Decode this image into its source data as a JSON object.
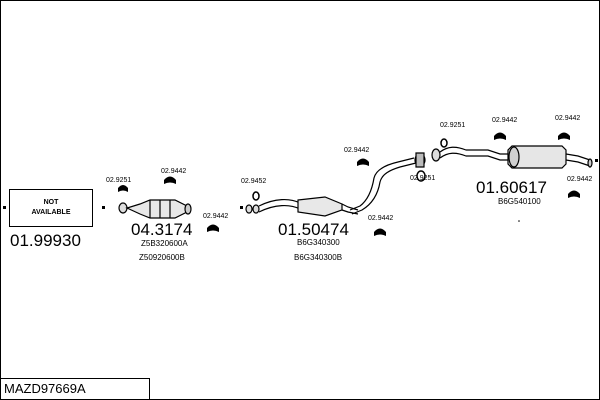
{
  "title": "MAZD97669A",
  "not_available": {
    "line1": "NOT",
    "line2": "AVAILABLE"
  },
  "groups": [
    {
      "part_number": "01.99930",
      "refs": []
    },
    {
      "part_number": "04.3174",
      "refs": [
        "Z5B320600A",
        "Z50920600B"
      ]
    },
    {
      "part_number": "01.50474",
      "refs": [
        "B6G340300",
        "B6G340300B"
      ]
    },
    {
      "part_number": "01.60617",
      "refs": [
        "B6G540100"
      ]
    }
  ],
  "fittings": {
    "f1": "02.9251",
    "f2": "02.9442",
    "f3": "02.9442",
    "f4": "02.9452",
    "f5": "02.9442",
    "f6": "02.9442",
    "f7": "02.9251",
    "f8": "02.9251",
    "f9": "02.9442",
    "f10": "02.9442",
    "f11": "02.9442"
  },
  "icon_names": [
    "gasket-icon",
    "clamp-icon",
    "bracket-icon",
    "catalytic-converter-icon",
    "muffler-icon"
  ]
}
